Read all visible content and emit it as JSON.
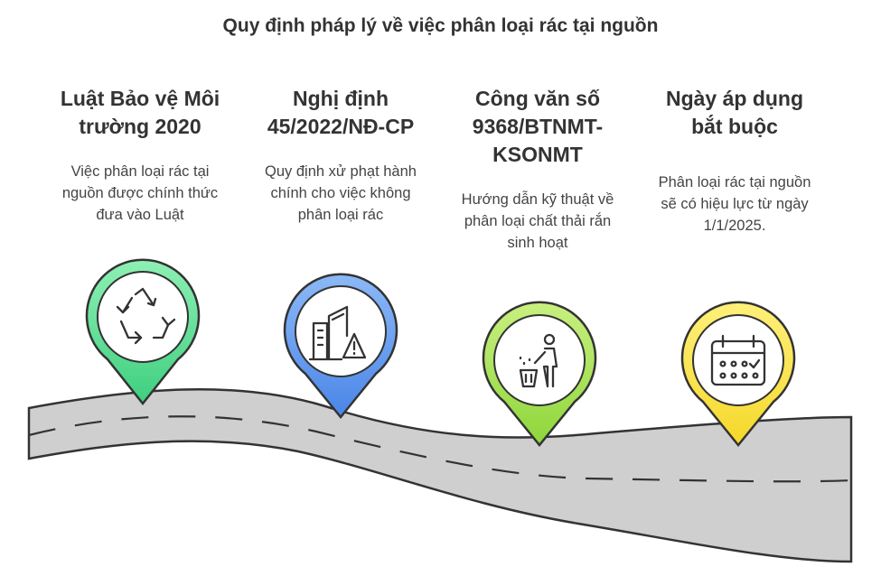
{
  "title": "Quy định pháp lý về việc phân loại rác tại nguồn",
  "milestones": [
    {
      "heading": "Luật Bảo vệ Môi trường 2020",
      "description": "Việc phân loại rác tại nguồn được chính thức đưa vào Luật",
      "icon": "recycle-icon",
      "color_light": "#8ef0b4",
      "color_dark": "#3ecf7f"
    },
    {
      "heading": "Nghị định 45/2022/NĐ-CP",
      "description": "Quy định xử phạt hành chính cho việc không phân loại rác",
      "icon": "building-warning-icon",
      "color_light": "#8cb8f6",
      "color_dark": "#4a86e8"
    },
    {
      "heading": "Công văn số 9368/BTNMT-KSONMT",
      "description": "Hướng dẫn kỹ thuật về phân loại chất thải rắn sinh hoạt",
      "icon": "person-trash-icon",
      "color_light": "#c8f080",
      "color_dark": "#8ed63a"
    },
    {
      "heading": "Ngày áp dụng bắt buộc",
      "description": "Phân loại rác tại nguồn sẽ có hiệu lực từ ngày 1/1/2025.",
      "icon": "calendar-icon",
      "color_light": "#fff07a",
      "color_dark": "#f5d82a"
    }
  ]
}
